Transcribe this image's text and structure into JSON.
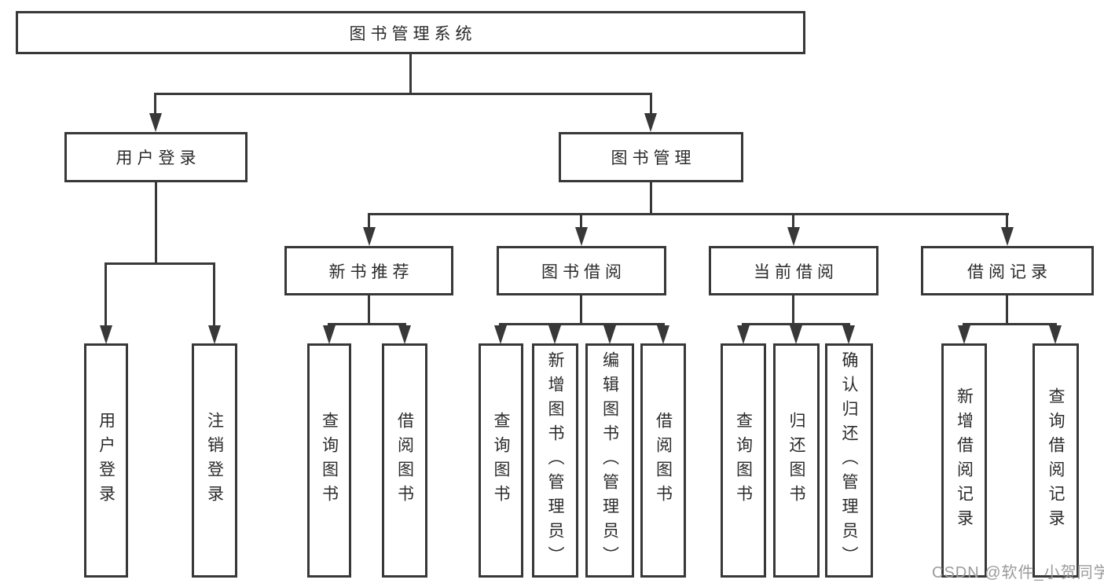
{
  "diagram": {
    "root": {
      "label": "图书管理系统",
      "children": [
        {
          "label": "用户登录",
          "children": [
            {
              "label": "用户登录"
            },
            {
              "label": "注销登录"
            }
          ]
        },
        {
          "label": "图书管理",
          "children": [
            {
              "label": "新书推荐",
              "children": [
                {
                  "label": "查询图书"
                },
                {
                  "label": "借阅图书"
                }
              ]
            },
            {
              "label": "图书借阅",
              "children": [
                {
                  "label": "查询图书"
                },
                {
                  "label": "新增图书（管理员）"
                },
                {
                  "label": "编辑图书（管理员）"
                },
                {
                  "label": "借阅图书"
                }
              ]
            },
            {
              "label": "当前借阅",
              "children": [
                {
                  "label": "查询图书"
                },
                {
                  "label": "归还图书"
                },
                {
                  "label": "确认归还（管理员）"
                }
              ]
            },
            {
              "label": "借阅记录",
              "children": [
                {
                  "label": "新增借阅记录"
                },
                {
                  "label": "查询借阅记录"
                }
              ]
            }
          ]
        }
      ]
    },
    "colors": {
      "line": "#383838",
      "text": "#2b2b2b",
      "background": "#ffffff",
      "watermark_color": "#9b9b9b"
    },
    "watermark": {
      "text": "CSDN @软件_小贺同学"
    }
  }
}
